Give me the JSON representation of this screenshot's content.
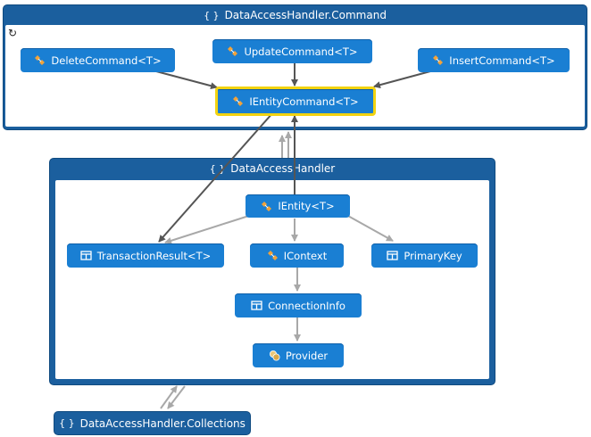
{
  "groups": {
    "command": {
      "title": "DataAccessHandler.Command"
    },
    "handler": {
      "title": "DataAccessHandler"
    },
    "collections": {
      "title": "DataAccessHandler.Collections"
    }
  },
  "nodes": {
    "delete_command": "DeleteCommand<T>",
    "update_command": "UpdateCommand<T>",
    "insert_command": "InsertCommand<T>",
    "ientity_command": "IEntityCommand<T>",
    "ientity": "IEntity<T>",
    "transaction_result": "TransactionResult<T>",
    "icontext": "IContext",
    "primary_key": "PrimaryKey",
    "connection_info": "ConnectionInfo",
    "provider": "Provider"
  },
  "icons": {
    "namespace": "namespace-icon",
    "interface": "interface-icon",
    "class": "class-icon",
    "enum": "enum-icon",
    "refresh": "refresh-icon"
  },
  "colors": {
    "group_bar": "#1b5f9e",
    "node": "#1a7fd3",
    "selection": "#f2d311",
    "edge_dark": "#555555",
    "edge_light": "#a8a8a8"
  }
}
